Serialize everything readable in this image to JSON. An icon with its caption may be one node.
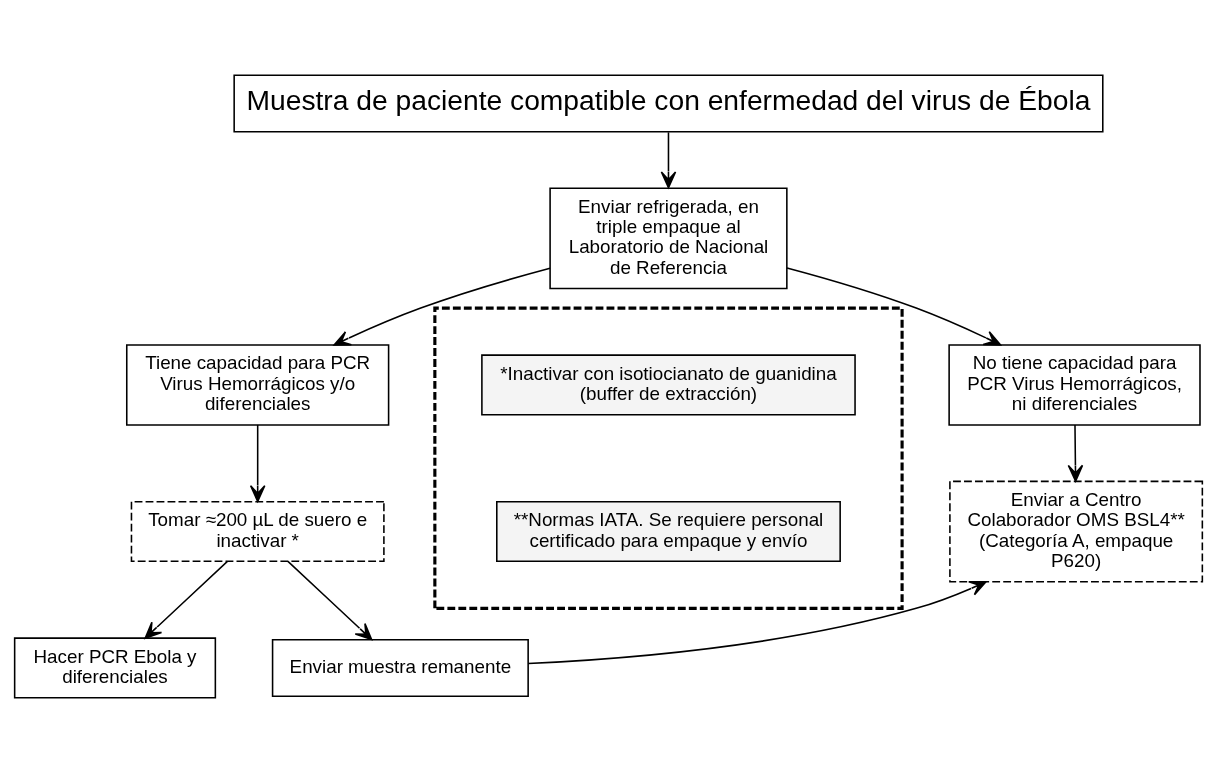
{
  "diagram": {
    "nodes": [
      {
        "text": [
          "Muestra de paciente compatible con enfermedad del virus de Ébola"
        ]
      },
      {
        "text": [
          "Enviar refrigerada, en triple empaque al Laboratorio de Nacional de Referencia"
        ]
      },
      {
        "text": [
          "Tiene capacidad para PCR Virus Hemorrágicos y/o diferenciales"
        ]
      },
      {
        "text": [
          "No tiene capacidad para PCR Virus Hemorrágicos, ni diferenciales"
        ]
      },
      {
        "text": [
          "Tomar ≈200 µL de suero e inactivar *"
        ]
      },
      {
        "text": [
          "Enviar a Centro Colaborador OMS BSL4** (Categoría A, empaque P620)"
        ]
      },
      {
        "text": [
          "Hacer PCR Ebola y diferenciales"
        ]
      },
      {
        "text": [
          "Enviar muestra remanente"
        ]
      },
      {
        "text": [],
        "shape": "box"
      },
      {
        "text": [
          "*Inactivar con isotiocianato de guanidina (buffer de extracción)"
        ],
        "in": 8
      },
      {
        "text": [
          "**Normas IATA. Se requiere personal certificado para empaque y envío"
        ],
        "in": 8
      }
    ],
    "edges": [
      {
        "from": 0,
        "to": 1,
        "arrow": "to"
      },
      {
        "from": 1,
        "to": 2,
        "arrow": "to"
      },
      {
        "from": 1,
        "to": 3,
        "arrow": "to"
      },
      {
        "from": 2,
        "to": 4,
        "arrow": "to"
      },
      {
        "from": 3,
        "to": 5,
        "arrow": "to"
      },
      {
        "from": 4,
        "to": 6,
        "arrow": "to"
      },
      {
        "from": 4,
        "to": 7,
        "arrow": "to"
      },
      {
        "from": 7,
        "to": 5,
        "arrow": "to"
      }
    ]
  }
}
